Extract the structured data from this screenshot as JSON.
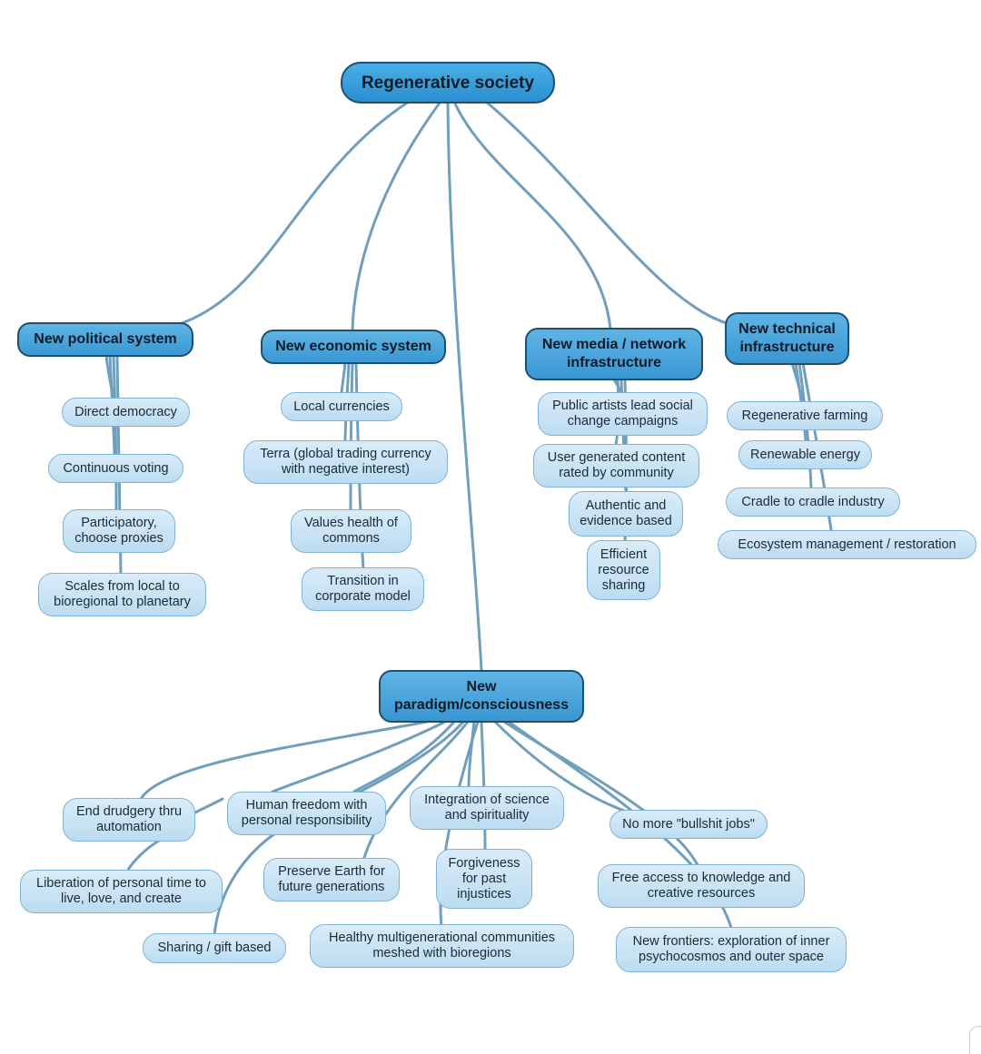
{
  "root": "Regenerative society",
  "branches": {
    "political": {
      "title": "New political system",
      "items": [
        "Direct democracy",
        "Continuous voting",
        "Participatory,\nchoose proxies",
        "Scales from local to\nbioregional to planetary"
      ]
    },
    "economic": {
      "title": "New economic system",
      "items": [
        "Local currencies",
        "Terra (global trading currency\nwith negative interest)",
        "Values health of\ncommons",
        "Transition in\ncorporate model"
      ]
    },
    "media": {
      "title": "New media / network\ninfrastructure",
      "items": [
        "Public artists lead social\nchange campaigns",
        "User generated content\nrated by community",
        "Authentic and\nevidence based",
        "Efficient\nresource\nsharing"
      ]
    },
    "technical": {
      "title": "New technical\ninfrastructure",
      "items": [
        "Regenerative farming",
        "Renewable energy",
        "Cradle to cradle industry",
        "Ecosystem management / restoration"
      ]
    },
    "paradigm": {
      "title": "New\nparadigm/consciousness",
      "items": [
        "End drudgery thru\nautomation",
        "Liberation of personal time to\nlive, love, and create",
        "Human freedom with\npersonal responsibility",
        "Sharing / gift based",
        "Preserve Earth for\nfuture generations",
        "Integration of science\nand spirituality",
        "Forgiveness\nfor past\ninjustices",
        "Healthy multigenerational communities\nmeshed with bioregions",
        "No more \"bullshit jobs\"",
        "Free access to knowledge and\ncreative resources",
        "New frontiers: exploration of inner\npsychocosmos and outer space"
      ]
    }
  },
  "colors": {
    "edge": "#6f9fbd",
    "node_fill": "#cfe6f6",
    "main_fill": "#46a3dc",
    "node_border": "#7fb3d5",
    "main_border": "#1f4f6e"
  }
}
